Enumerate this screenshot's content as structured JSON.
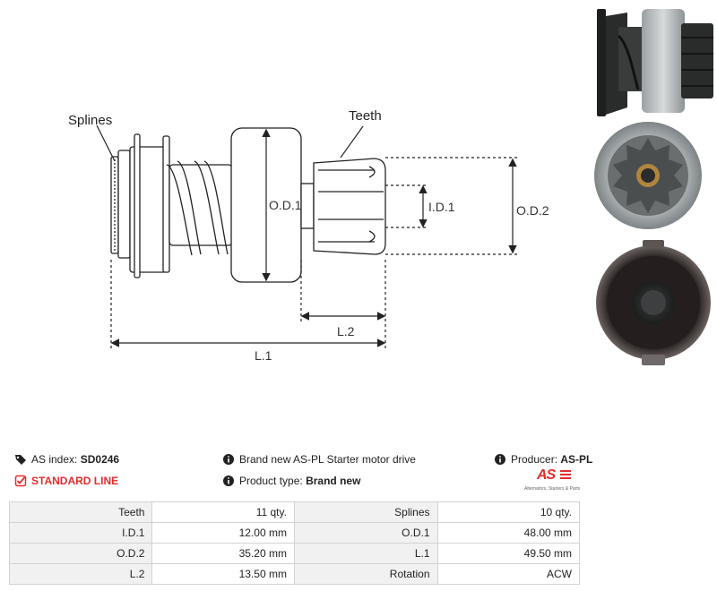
{
  "diagram": {
    "labels": {
      "splines": "Splines",
      "teeth": "Teeth",
      "od1": "O.D.1",
      "id1": "I.D.1",
      "od2": "O.D.2",
      "l2": "L.2",
      "l1": "L.1"
    }
  },
  "photos": [
    {
      "name": "side-view-photo"
    },
    {
      "name": "front-view-photo"
    },
    {
      "name": "rear-view-photo"
    }
  ],
  "info": {
    "as_index_label": "AS index:",
    "as_index_value": "SD0246",
    "line_label": "STANDARD LINE",
    "description": "Brand new AS-PL Starter motor drive",
    "product_type_label": "Product type:",
    "product_type_value": "Brand new",
    "producer_label": "Producer:",
    "producer_value": "AS-PL",
    "logo_text": "AS",
    "logo_subtitle": "Alternators, Starters & Parts",
    "accent_color": "#e32d2d"
  },
  "specs": {
    "rows": [
      [
        "Teeth",
        "11 qty.",
        "Splines",
        "10 qty."
      ],
      [
        "I.D.1",
        "12.00 mm",
        "O.D.1",
        "48.00 mm"
      ],
      [
        "O.D.2",
        "35.20 mm",
        "L.1",
        "49.50 mm"
      ],
      [
        "L.2",
        "13.50 mm",
        "Rotation",
        "ACW"
      ]
    ]
  }
}
